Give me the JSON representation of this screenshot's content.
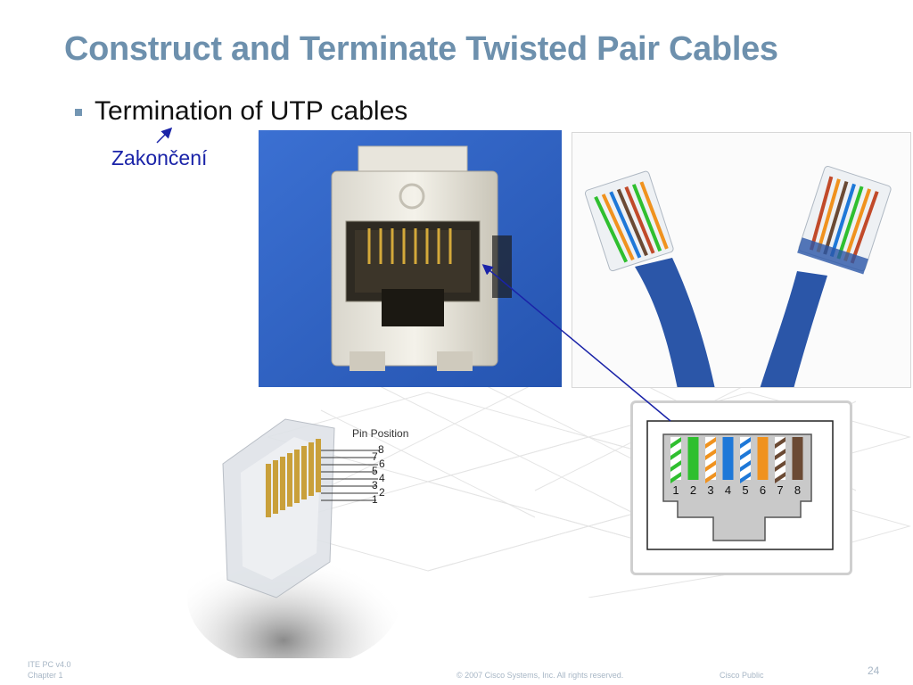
{
  "slide": {
    "title": "Construct and Terminate Twisted Pair Cables",
    "bullet": "Termination of UTP cables",
    "annotation": "Zakončení"
  },
  "pin_diagram": {
    "heading": "Pin Position",
    "pins": [
      "8",
      "7",
      "6",
      "5",
      "4",
      "3",
      "2",
      "1"
    ]
  },
  "pinout": {
    "numbers": [
      "1",
      "2",
      "3",
      "4",
      "5",
      "6",
      "7",
      "8"
    ],
    "wire_colors": [
      {
        "base": "#ffffff",
        "stripe": "#2fbf2f"
      },
      {
        "base": "#2fbf2f",
        "stripe": null
      },
      {
        "base": "#ffffff",
        "stripe": "#f0921e"
      },
      {
        "base": "#1e78d8",
        "stripe": null
      },
      {
        "base": "#ffffff",
        "stripe": "#1e78d8"
      },
      {
        "base": "#f0921e",
        "stripe": null
      },
      {
        "base": "#ffffff",
        "stripe": "#6b4a34"
      },
      {
        "base": "#6b4a34",
        "stripe": null
      }
    ]
  },
  "footer": {
    "course": "ITE PC v4.0",
    "chapter": "Chapter 1",
    "copyright": "© 2007 Cisco Systems, Inc. All rights reserved.",
    "classification": "Cisco Public",
    "page": "24"
  },
  "colors": {
    "title": "#6d90ad",
    "annotation": "#1a23a8",
    "jack_background": "#2f63c4",
    "footer": "#a7b6c5"
  }
}
